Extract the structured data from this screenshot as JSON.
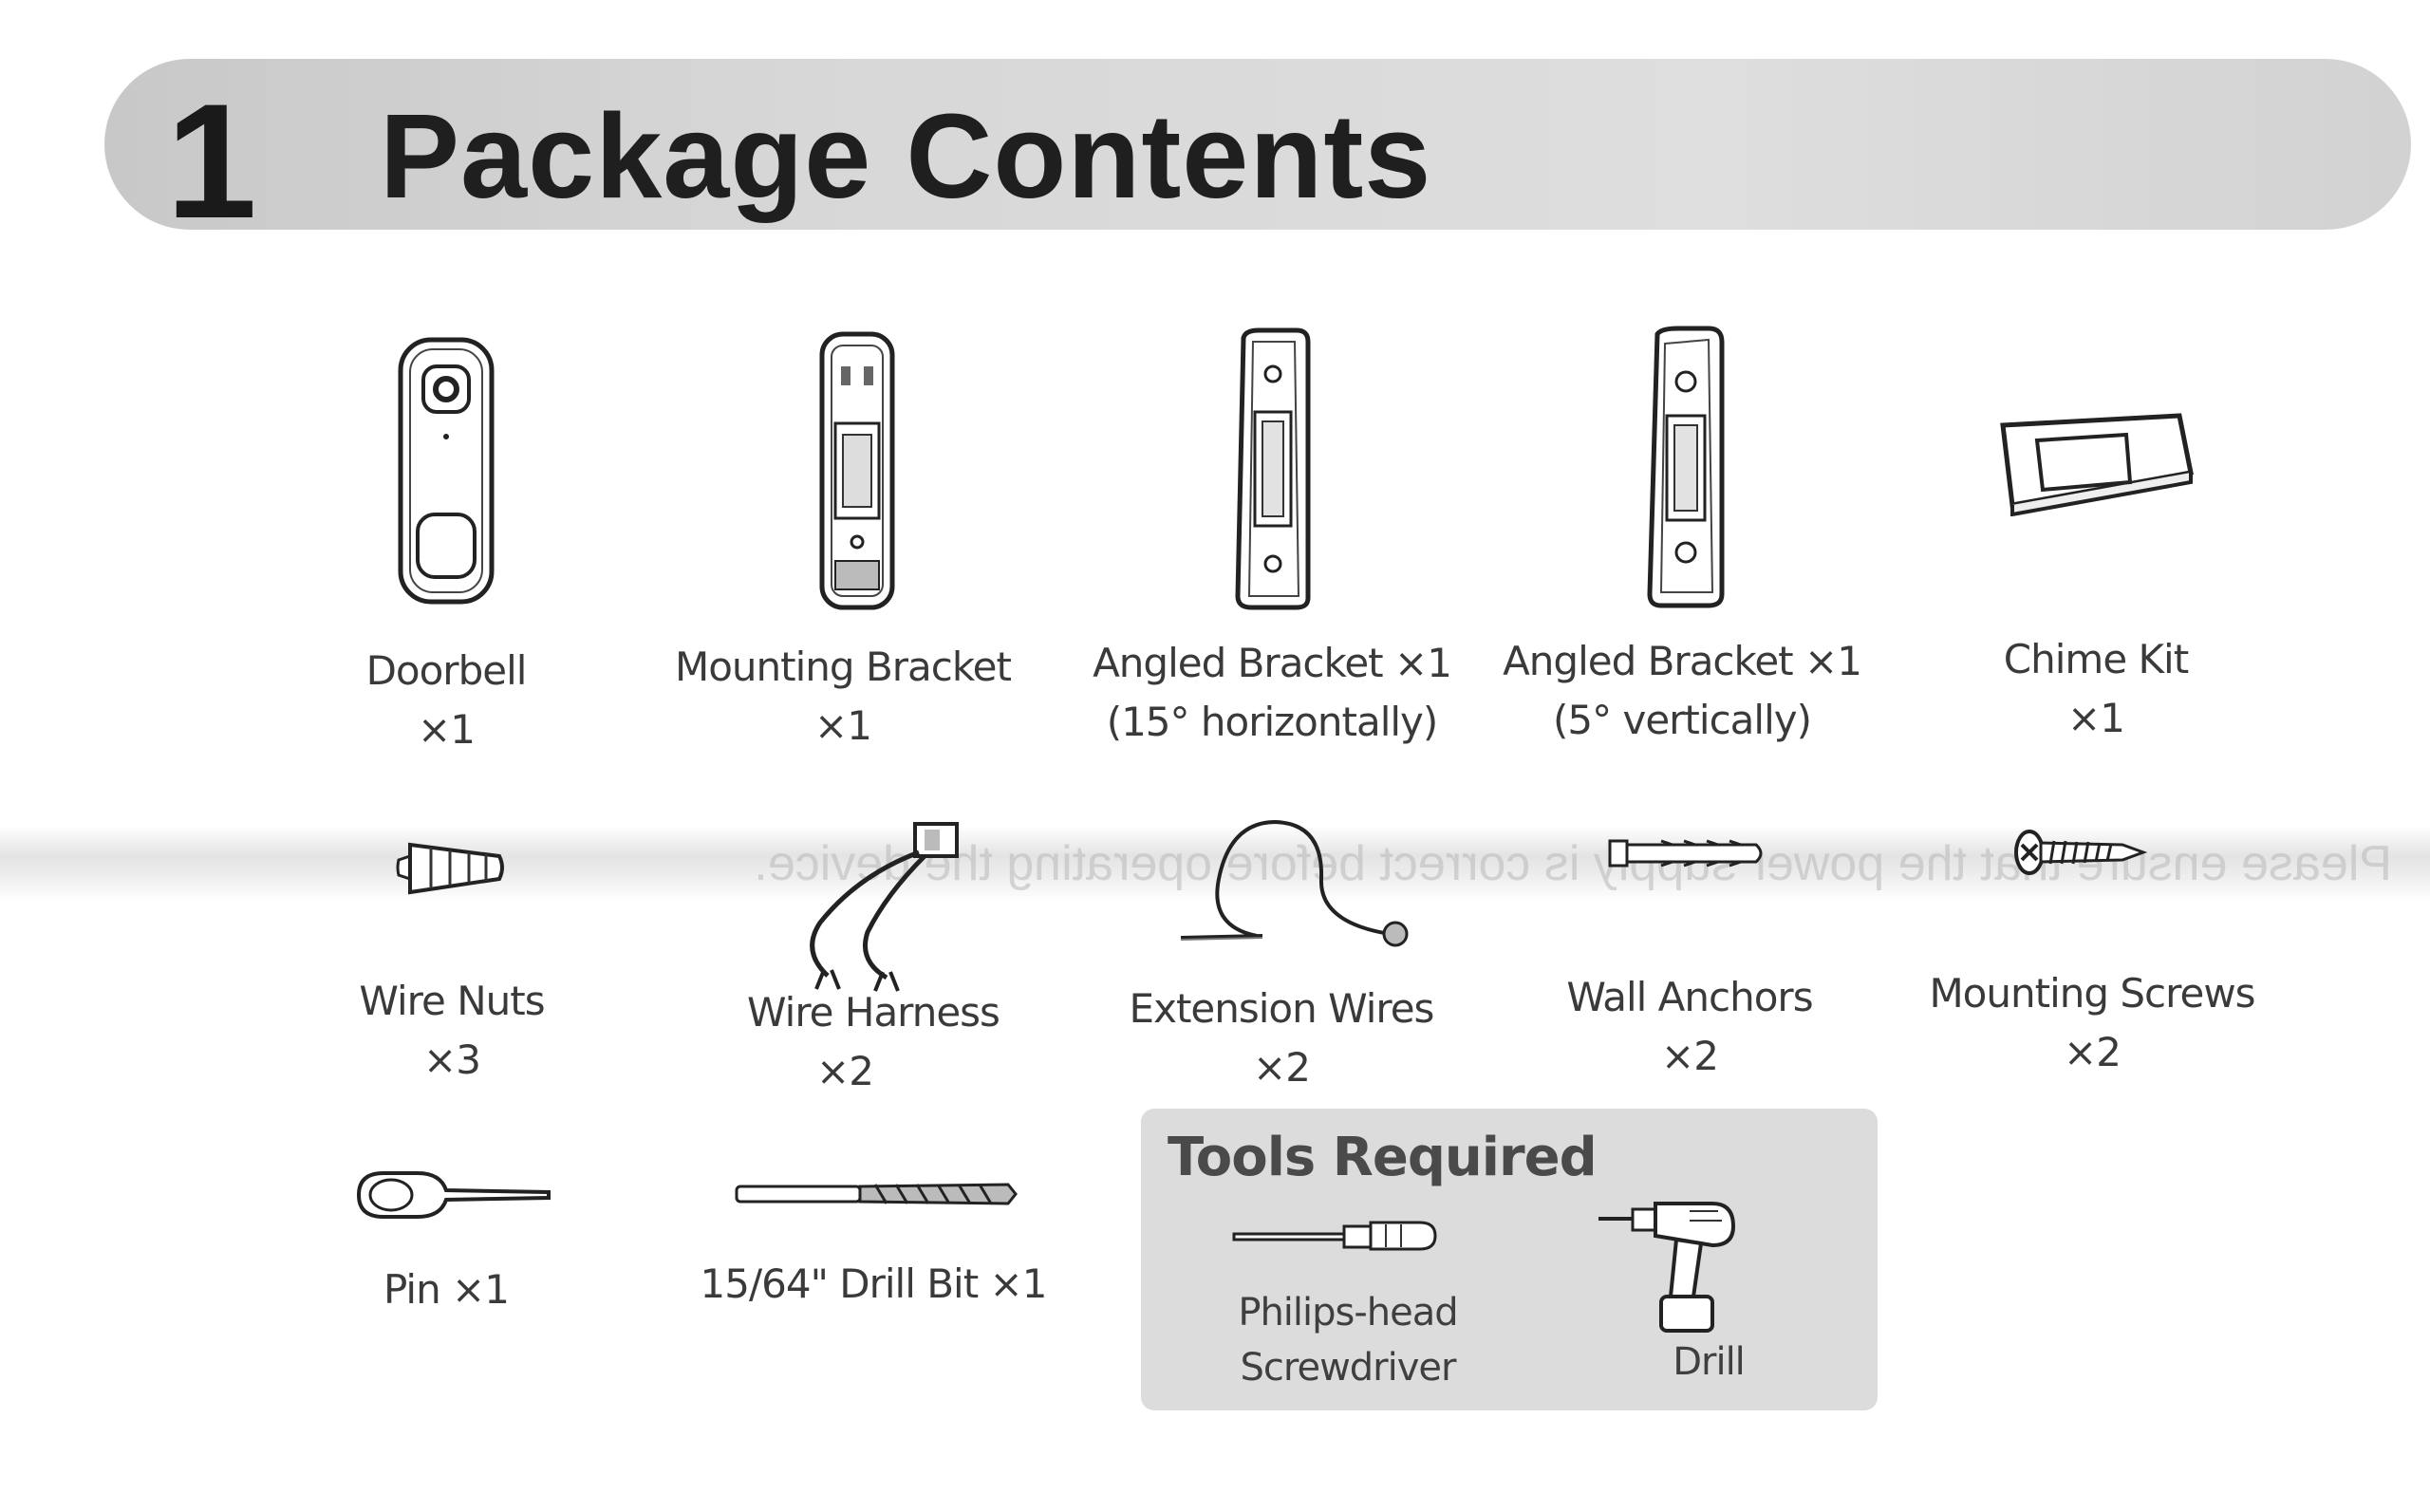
{
  "section": {
    "number": "1",
    "title": "Package Contents"
  },
  "bleed_through": {
    "line1": "Please ensure that the power supply is correct before operating the device.",
    "line2": ""
  },
  "items": [
    {
      "icon": "doorbell-icon",
      "name": "Doorbell",
      "qty": "×1"
    },
    {
      "icon": "mounting-bracket-icon",
      "name": "Mounting Bracket",
      "qty": "×1"
    },
    {
      "icon": "angled-bracket-15-icon",
      "name": "Angled Bracket ×1",
      "qty": "(15° horizontally)"
    },
    {
      "icon": "angled-bracket-5-icon",
      "name": "Angled Bracket ×1",
      "qty": "(5° vertically)"
    },
    {
      "icon": "chime-kit-icon",
      "name": "Chime Kit",
      "qty": "×1"
    },
    {
      "icon": "wire-nut-icon",
      "name": "Wire Nuts",
      "qty": "×3"
    },
    {
      "icon": "wire-harness-icon",
      "name": "Wire Harness",
      "qty": "×2"
    },
    {
      "icon": "extension-wire-icon",
      "name": "Extension Wires",
      "qty": "×2"
    },
    {
      "icon": "wall-anchor-icon",
      "name": "Wall Anchors",
      "qty": "×2"
    },
    {
      "icon": "mounting-screw-icon",
      "name": "Mounting Screws",
      "qty": "×2"
    },
    {
      "icon": "pin-icon",
      "name": "Pin ×1",
      "qty": ""
    },
    {
      "icon": "drill-bit-icon",
      "name": "15/64\" Drill Bit ×1",
      "qty": ""
    }
  ],
  "tools": {
    "title": "Tools Required",
    "items": [
      {
        "icon": "screwdriver-icon",
        "line1": "Philips-head",
        "line2": "Screwdriver"
      },
      {
        "icon": "drill-icon",
        "line1": "Drill",
        "line2": ""
      }
    ]
  }
}
